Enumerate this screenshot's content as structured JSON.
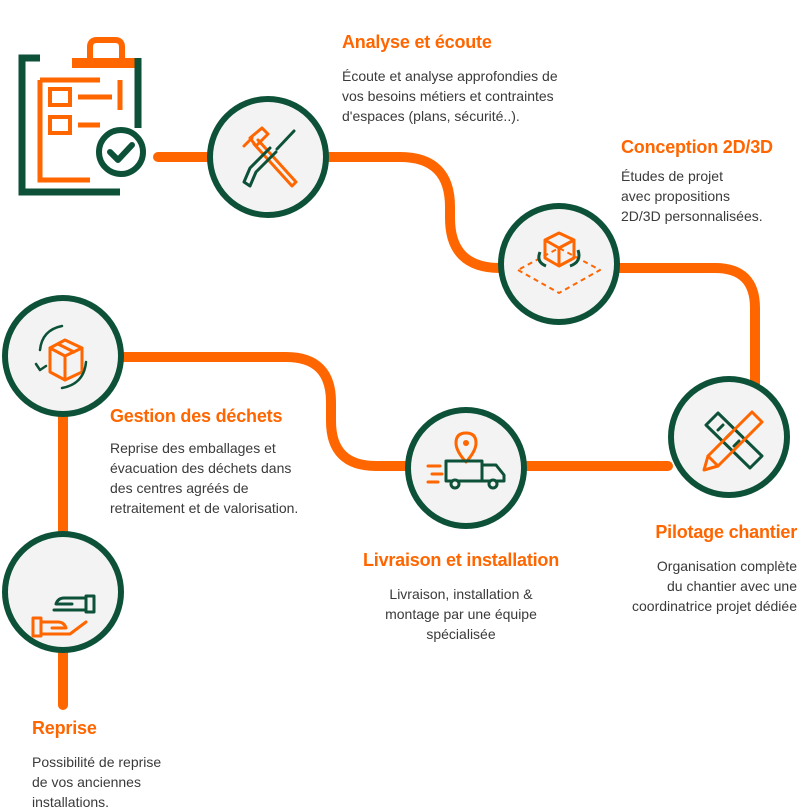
{
  "colors": {
    "accent": "#ff6600",
    "primary": "#0d5238",
    "text": "#3a3a3a",
    "circle_bg": "#f3f3f3"
  },
  "steps": [
    {
      "title": "Analyse et écoute",
      "description": "Écoute et analyse approfondies de\nvos besoins métiers et contraintes\nd'espaces (plans, sécurité..).",
      "icon": "tools-icon"
    },
    {
      "title": "Conception 2D/3D",
      "description": "Études de projet\n avec propositions\n2D/3D personnalisées.",
      "icon": "3d-box-icon"
    },
    {
      "title": "Pilotage chantier",
      "description": "Organisation complète\ndu chantier avec une\ncoordinatrice projet dédiée",
      "icon": "ruler-pencil-icon"
    },
    {
      "title": "Livraison et installation",
      "description": "Livraison, installation &\nmontage par une équipe\nspécialisée",
      "icon": "delivery-truck-icon"
    },
    {
      "title": "Gestion des déchets",
      "description": "Reprise des emballages et\névacuation des déchets dans\ndes centres agréés de\nretraitement et de valorisation.",
      "icon": "recycle-box-icon"
    },
    {
      "title": "Reprise",
      "description": "Possibilité de reprise\nde vos anciennes\ninstallations.",
      "icon": "hand-exchange-icon"
    }
  ],
  "start_icon": "clipboard-checklist-icon"
}
